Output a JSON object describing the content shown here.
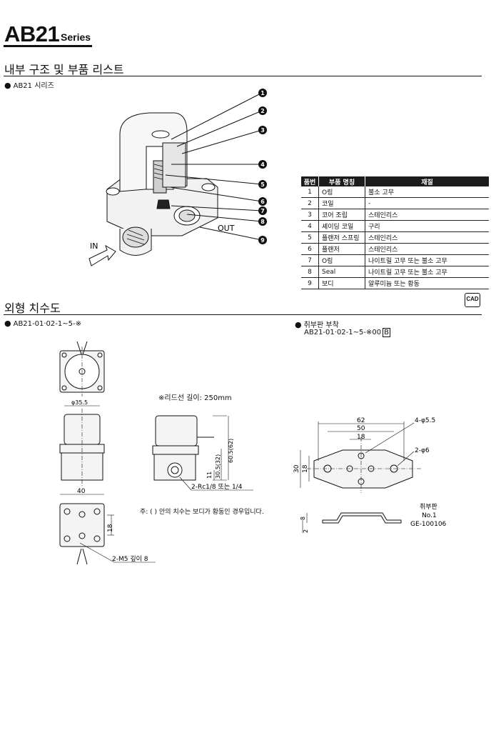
{
  "header": {
    "title": "AB21",
    "series": "Series"
  },
  "sections": {
    "internal": {
      "title": "내부 구조 및 부품 리스트",
      "bullet": "AB21 시리즈",
      "callouts": [
        "1",
        "2",
        "3",
        "4",
        "5",
        "6",
        "7",
        "8",
        "9"
      ],
      "label_in": "IN",
      "label_out": "OUT"
    },
    "parts_table": {
      "headers": [
        "품번",
        "부품 명칭",
        "재질"
      ],
      "rows": [
        [
          "1",
          "O링",
          "불소 고무"
        ],
        [
          "2",
          "코일",
          "-"
        ],
        [
          "3",
          "코어 조립",
          "스테인리스"
        ],
        [
          "4",
          "셰이딩 코일",
          "구리"
        ],
        [
          "5",
          "플랜저 스프링",
          "스테인리스"
        ],
        [
          "6",
          "플랜저",
          "스테인리스"
        ],
        [
          "7",
          "O링",
          "나이트릴 고무 또는 불소 고무"
        ],
        [
          "8",
          "Seal",
          "나이트릴 고무 또는 불소 고무"
        ],
        [
          "9",
          "보디",
          "알루미늄 또는 황동"
        ]
      ]
    },
    "dimensions": {
      "title": "외형 치수도",
      "cad_label": "CAD",
      "left_bullet": "AB21-01·02-1~5-※",
      "right_bullet": "취부판 부착",
      "right_model": "AB21-01·02-1~5-※00",
      "right_model_suffix": "B",
      "lead_wire": "※리드선 길이: 250mm",
      "note": "주: (   ) 안의 치수는 보디가 황동인 경우입니다.",
      "port_label": "2-Rc1/8 또는 1/4",
      "mount_label": "2-M5 깊이 8",
      "dim_phi": "φ35.5",
      "dim_40": "40",
      "dim_18_side": "18",
      "dim_11": "11",
      "dim_30_5": "30.5(32)",
      "dim_60_5": "60.5(62)",
      "plate_62": "62",
      "plate_50": "50",
      "plate_18": "18",
      "plate_30": "30",
      "plate_18v": "18",
      "plate_holes_1": "4-φ5.5",
      "plate_holes_2": "2-φ6",
      "plate_8": "8",
      "plate_2": "2",
      "plate_name": "취부판",
      "plate_no": "No.1",
      "plate_code": "GE-100106"
    }
  }
}
